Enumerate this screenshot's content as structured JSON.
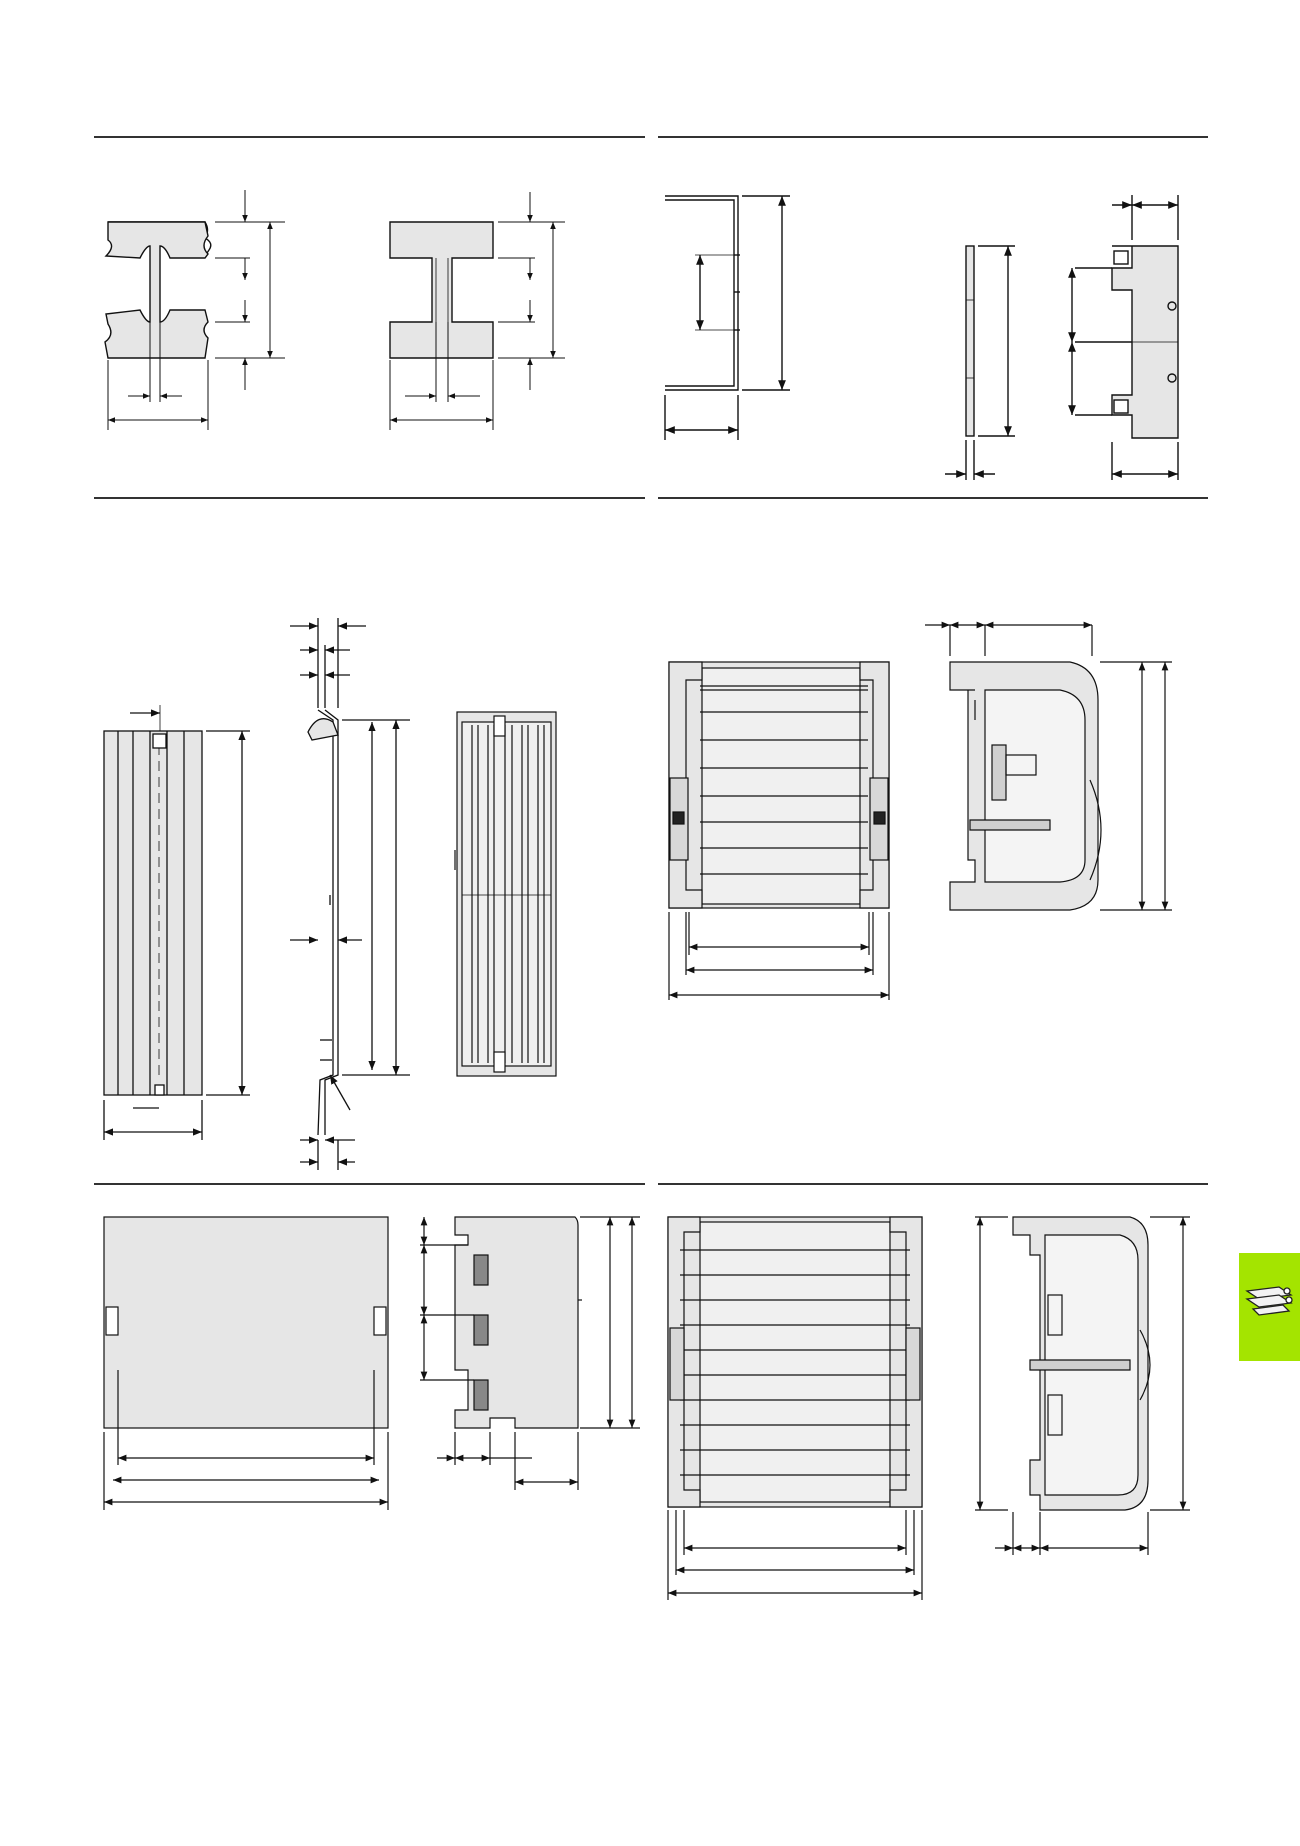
{
  "page": {
    "background": "#ffffff",
    "rule_color": "#333333",
    "drawing_color": "#111111",
    "part_fill": "#e6e6e6"
  },
  "side_tab": {
    "color": "#a4e400",
    "icon": "rail-connector-icon"
  },
  "sections": [
    {
      "id": "profile-sections",
      "title": ""
    },
    {
      "id": "cover-and-plate",
      "title": ""
    },
    {
      "id": "ventilated-cover-narrow",
      "title": ""
    },
    {
      "id": "housing-module-a",
      "title": ""
    },
    {
      "id": "panel-front",
      "title": ""
    },
    {
      "id": "housing-module-b",
      "title": ""
    }
  ]
}
